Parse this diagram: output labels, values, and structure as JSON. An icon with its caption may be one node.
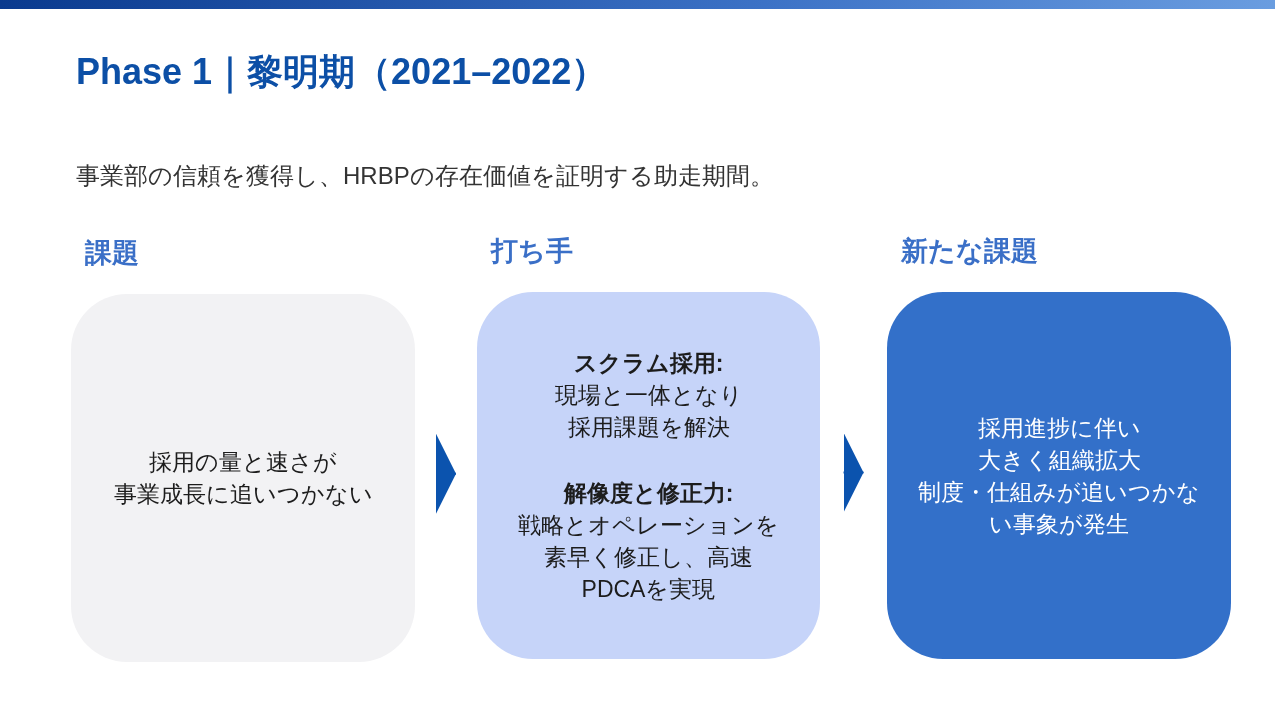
{
  "diagram": {
    "title": "Phase 1｜黎明期（2021–2022）",
    "nodes": [
      {
        "text": [
          "課題",
          "採用の量と速さが事業成長に追いつかない"
        ]
      },
      {
        "text": [
          "打ち手",
          "スクラム採用:",
          "現場と一体となり採用課題を解決",
          "解像度と修正力:",
          "戦略とオペレーションを素早く修正し、高速PDCAを実現"
        ]
      },
      {
        "text": [
          "新たな課題",
          "採用進捗に伴い大きく組織拡大",
          "制度・仕組みが追いつかない事象が発生"
        ]
      }
    ],
    "edges": [
      {
        "from": 0,
        "to": 1,
        "arrow": "to"
      },
      {
        "from": 1,
        "to": 2,
        "arrow": "to"
      }
    ],
    "labels": [
      "事業部の信頼を獲得し、HRBPの存在価値を証明する助走期間。"
    ]
  }
}
